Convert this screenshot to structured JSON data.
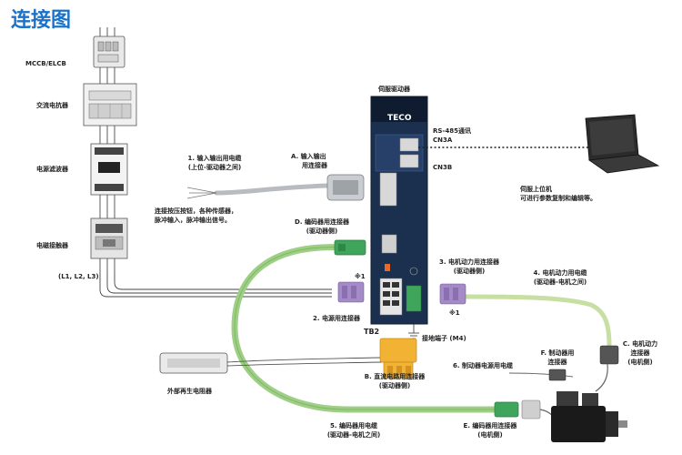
{
  "title": "连接图",
  "labels": {
    "mccb": "MCCB/ELCB",
    "ac_reactor": "交流电抗器",
    "noise_filter": "电源滤波器",
    "contactor": "电磁接触器",
    "l123": "(L1, L2, L3)",
    "servo_drive": "伺服驱动器",
    "brand": "TECO",
    "rs485": "RS-485通讯",
    "cn3a": "CN3A",
    "cn3b": "CN3B",
    "pc_line1": "伺服上位机",
    "pc_line2": "可进行参数复制和编辑等。",
    "io_cable_l1": "1. 输入输出用电缆",
    "io_cable_l2": "(上位-驱动器之间)",
    "io_conn_l1": "A. 输入输出",
    "io_conn_l2": "用连接器",
    "io_desc_l1": "连接按压按钮，各种传感器，",
    "io_desc_l2": "脉冲输入，脉冲输出信号。",
    "enc_conn_drv_l1": "D. 编码器用连接器",
    "enc_conn_drv_l2": "(驱动器侧)",
    "motor_power_conn_l1": "3. 电机动力用连接器",
    "motor_power_conn_l2": "(驱动器侧)",
    "motor_power_cable_l1": "4. 电机动力用电缆",
    "motor_power_cable_l2": "(驱动器-电机之间)",
    "note1a": "※1",
    "note1b": "※1",
    "power_conn": "2. 电源用连接器",
    "ground_terminal": "接地端子 (M4)",
    "tb2": "TB2",
    "regen_resistor": "外部再生电阻器",
    "dc_conn_l1": "B. 直流电路用连接器",
    "dc_conn_l2": "(驱动器侧)",
    "brake_cable": "6. 制动器电源用电缆",
    "brake_conn_l1": "F. 制动器用",
    "brake_conn_l2": "连接器",
    "motor_power_motor_l1": "C. 电机动力",
    "motor_power_motor_l2": "连接器",
    "motor_power_motor_l3": "(电机侧)",
    "enc_cable_l1": "5. 编码器用电缆",
    "enc_cable_l2": "(驱动器-电机之间)",
    "enc_conn_motor_l1": "E. 编码器用连接器",
    "enc_conn_motor_l2": "(电机侧)"
  },
  "colors": {
    "title": "#1a73c8",
    "drive_body": "#1b2f4e",
    "green_cable": "#9fcf86",
    "connector_green": "#3fa55b",
    "connector_purple": "#a48ac6",
    "connector_yellow": "#f2b233",
    "cable_gray": "#b8bcc0",
    "motor_black": "#1a1a1a"
  }
}
